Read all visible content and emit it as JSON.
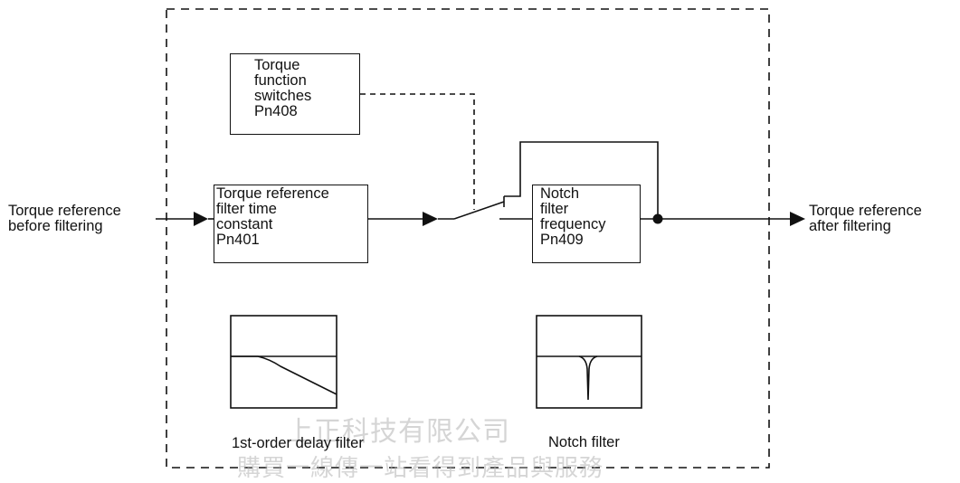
{
  "input_label": [
    "Torque reference",
    "before filtering"
  ],
  "output_label": [
    "Torque reference",
    "after filtering"
  ],
  "function_switches": [
    "Torque",
    "function",
    "switches",
    "Pn408"
  ],
  "filter_constant": [
    "Torque reference",
    "filter time",
    "constant",
    "Pn401"
  ],
  "notch_frequency": [
    "Notch",
    "filter",
    "frequency",
    "Pn409"
  ],
  "delay_filter_caption": "1st-order delay filter",
  "notch_filter_caption": "Notch filter",
  "watermark": [
    "上正科技有限公司",
    "購買一線傳一站看得到產品與服務"
  ],
  "colors": {
    "line": "#111111",
    "watermark": "#b4b4b4"
  }
}
